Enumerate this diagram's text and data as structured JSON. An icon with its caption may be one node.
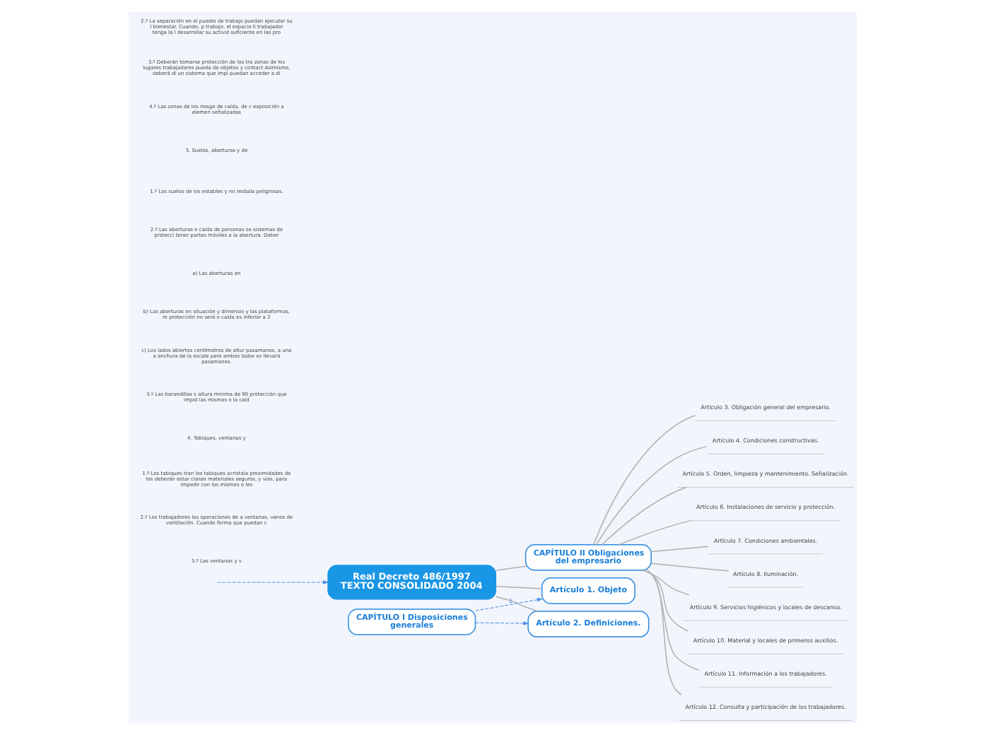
{
  "diagram": {
    "nodes": [
      {
        "text": [
          "Real Decreto 486/1997 TEXTO CONSOLIDADO 2004"
        ]
      },
      {
        "text": [
          "CAPÍTULO II Obligaciones del empresario"
        ]
      },
      {
        "text": [
          "Artículo 3. Obligación general del empresario."
        ]
      },
      {
        "text": [
          "Artículo 4. Condiciones constructivas."
        ]
      },
      {
        "text": [
          "Artículo 5. Orden, limpieza y mantenimiento. Señalización."
        ]
      },
      {
        "text": [
          "Artículo 6. Instalaciones de servicio y protección."
        ]
      },
      {
        "text": [
          "Artículo 7. Condiciones ambientales."
        ]
      },
      {
        "text": [
          "Artículo 8. Iluminación."
        ]
      },
      {
        "text": [
          "Artículo 9. Servicios higiénicos y locales de descanso."
        ]
      },
      {
        "text": [
          "Artículo 10. Material y locales de primeros auxilios."
        ]
      },
      {
        "text": [
          "Artículo 11. Información a los trabajadores."
        ]
      },
      {
        "text": [
          "Artículo 12. Consulta y participación de los trabajadores."
        ]
      },
      {
        "text": [
          "Artículo 1. Objeto"
        ]
      },
      {
        "text": [
          "Artículo 2. Definiciones."
        ]
      },
      {
        "text": [
          "CAPÍTULO I Disposiciones generales"
        ]
      }
    ],
    "edges": [
      {
        "from": 0,
        "to": 1,
        "arrow": "none"
      },
      {
        "from": 1,
        "to": 2,
        "arrow": "none"
      },
      {
        "from": 1,
        "to": 3,
        "arrow": "none"
      },
      {
        "from": 1,
        "to": 4,
        "arrow": "none"
      },
      {
        "from": 1,
        "to": 5,
        "arrow": "none"
      },
      {
        "from": 1,
        "to": 6,
        "arrow": "none"
      },
      {
        "from": 1,
        "to": 7,
        "arrow": "none"
      },
      {
        "from": 1,
        "to": 8,
        "arrow": "none"
      },
      {
        "from": 1,
        "to": 9,
        "arrow": "none"
      },
      {
        "from": 1,
        "to": 10,
        "arrow": "none"
      },
      {
        "from": 1,
        "to": 11,
        "arrow": "none"
      },
      {
        "from": 0,
        "to": 12,
        "arrow": "none"
      },
      {
        "from": 0,
        "to": 13,
        "arrow": "none"
      },
      {
        "from": 14,
        "to": 12,
        "arrow": "to",
        "label": "1",
        "style": "dashed",
        "color": "#4a90e2"
      },
      {
        "from": 14,
        "to": 13,
        "arrow": "to",
        "style": "dashed",
        "color": "#4a90e2"
      },
      {
        "from": null,
        "to": 0,
        "arrow": "to",
        "style": "dashed",
        "color": "#4a90e2"
      }
    ],
    "labels": [
      "2.º La separación en el puesto de trabajo puedan ejecutar su l bienestar. Cuando, p trabajo, el espacio li trabajador tenga la l desarrollar su activid suficiente en las pro",
      "3.º Deberán tomarse protección de los tra zonas de los lugares trabajadores pueda de objetos y contact Asimismo, deberá di un sistema que impi puedan acceder a di",
      "4.º Las zonas de los riesgo de caída, de c exposición a elemen señalizadas",
      "3. Suelos, aberturas y de",
      "1.º Los suelos de los estables y no resbala peligrosas.",
      "2.º Las aberturas o caída de personas se sistemas de protecci tener partes móviles a la abertura. Deber",
      "a) Las aberturas en",
      "b) Las aberturas en situación y dimensio y las plataformas, m protección no será o caída es inferior a 2",
      "c) Los lados abiertos centímetros de altur pasamanos, a una a anchura de la escale pero ambos lados so llevará pasamanos.",
      "3.º Las barandillas s altura mínima de 90 protección que impid las mismas o la caíd",
      "4. Tabiques, ventanas y",
      "1.º Los tabiques tran los tabiques acristala proximidades de los deberán estar claran materiales seguros, y vías, para impedir con los mismos o les",
      "2.º Los trabajadores las operaciones de a ventanas, vanos de ventilación. Cuando forma que puedan c",
      "3.º Las ventanas y v"
    ]
  }
}
